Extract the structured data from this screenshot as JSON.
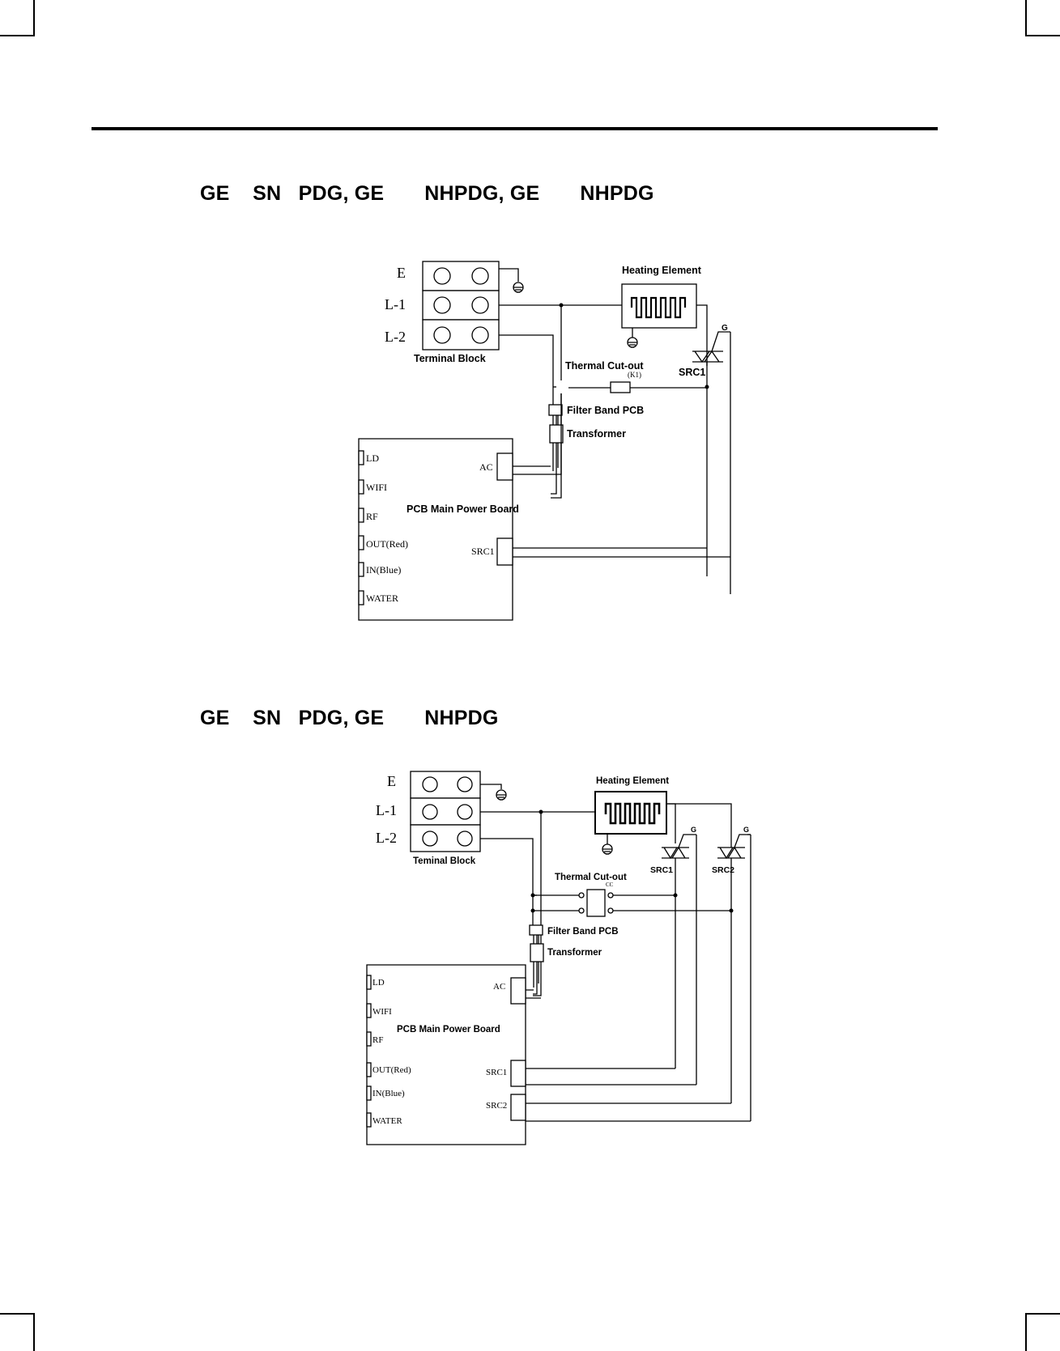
{
  "headings": {
    "diagram_1": "GE    SN   PDG, GE       NHPDG, GE       NHPDG",
    "diagram_2": "GE    SN   PDG, GE       NHPDG"
  },
  "diagram_1": {
    "terminal_labels": [
      "E",
      "L-1",
      "L-2"
    ],
    "terminal_block": "Terminal Block",
    "heating_element": "Heating Element",
    "thermal_cutout": "Thermal Cut-out",
    "thermal_cutout_code": "(K1)",
    "triac": "SRC1",
    "triac_gate": "G",
    "filter_band": "Filter Band PCB",
    "transformer": "Transformer",
    "board": "PCB Main Power Board",
    "board_connectors": [
      "LD",
      "WIFI",
      "RF",
      "OUT(Red)",
      "IN(Blue)",
      "WATER"
    ],
    "board_right": [
      "AC",
      "SRC1"
    ]
  },
  "diagram_2": {
    "terminal_labels": [
      "E",
      "L-1",
      "L-2"
    ],
    "terminal_block": "Teminal Block",
    "heating_element": "Heating Element",
    "thermal_cutout": "Thermal Cut-out",
    "thermal_cutout_code": "CC",
    "triacs": [
      "SRC1",
      "SRC2"
    ],
    "triac_gate": "G",
    "filter_band": "Filter Band PCB",
    "transformer": "Transformer",
    "board": "PCB Main Power Board",
    "board_connectors": [
      "LD",
      "WIFI",
      "RF",
      "OUT(Red)",
      "IN(Blue)",
      "WATER"
    ],
    "board_right": [
      "AC",
      "SRC1",
      "SRC2"
    ]
  }
}
